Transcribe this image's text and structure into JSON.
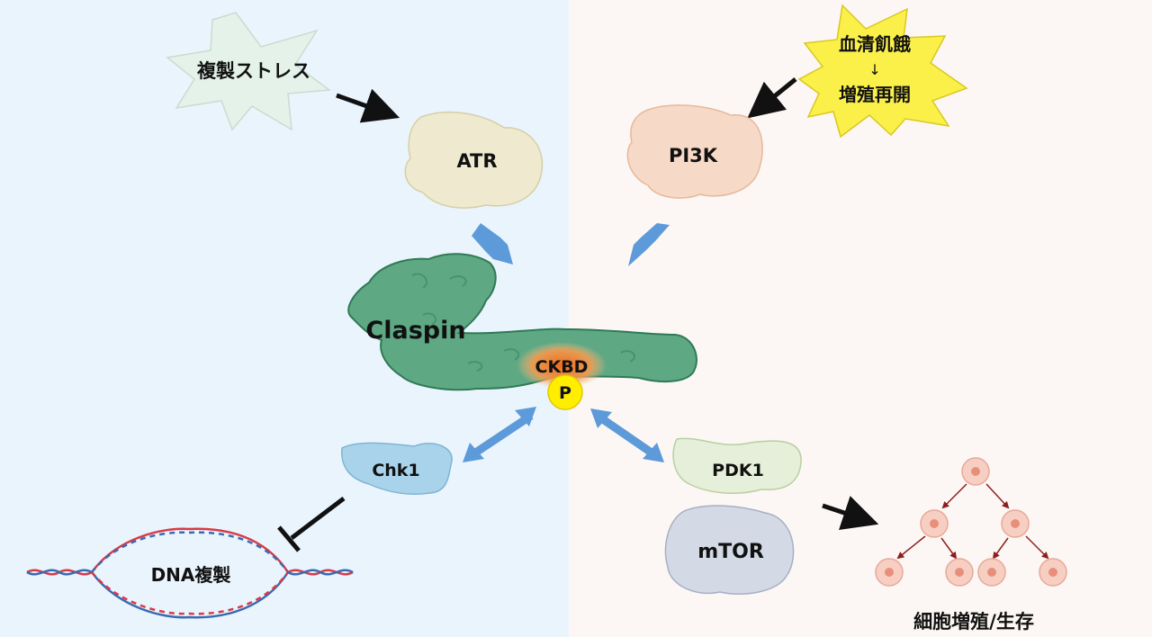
{
  "colors": {
    "left_bg": "#eaf4fd",
    "right_bg": "#fcf7f4",
    "claspin": "#5fa884",
    "atr": "#efe9cf",
    "pi3k": "#f6d9c6",
    "chk1": "#a9d3ea",
    "pdk1": "#e6efd9",
    "mtor": "#d4d9e6",
    "stress_burst": "#e4f2ea",
    "serum_burst": "#fbf04a",
    "phospho": "#ffee00",
    "ckbd_glow": "#f07828",
    "blue_arrow": "#5c9ad9",
    "dna_red": "#d83a48",
    "dna_blue": "#3a6ab0",
    "cell": "#f6cfc2"
  },
  "icons": {
    "replication_stress": "starburst",
    "serum_starvation": "starburst",
    "proliferation": "cell-lineage-tree",
    "dna": "double-helix-replication-bubble"
  },
  "labels": {
    "replication_stress": "複製ストレス",
    "serum_line1": "血清飢餓",
    "serum_arrow": "↓",
    "serum_line2": "増殖再開",
    "atr": "ATR",
    "pi3k": "PI3K",
    "claspin": "Claspin",
    "ckbd": "CKBD",
    "phospho": "P",
    "chk1": "Chk1",
    "pdk1": "PDK1",
    "mtor": "mTOR",
    "dna_replication": "DNA複製",
    "proliferation": "細胞増殖/生存"
  }
}
